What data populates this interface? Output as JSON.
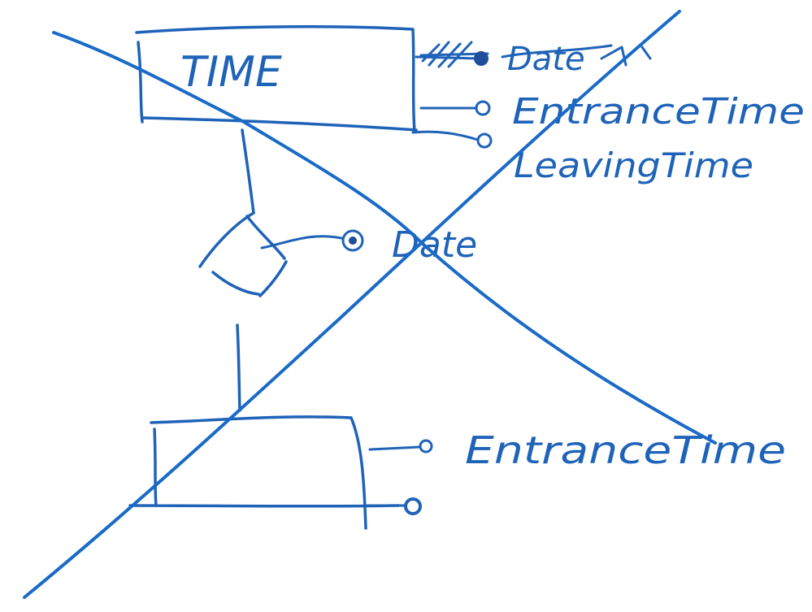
{
  "diagram": {
    "top_entity": {
      "title": "TIME",
      "attributes": [
        {
          "label": "Date",
          "crossed_out": true,
          "key": true
        },
        {
          "label": "EntranceTime",
          "key": false
        },
        {
          "label": "LeavingTime",
          "key": false
        }
      ]
    },
    "relationship": {
      "attribute": {
        "label": "Date",
        "key": true
      }
    },
    "bottom_entity": {
      "title": "",
      "attributes": [
        {
          "label": "EntranceTime",
          "key": false
        },
        {
          "label": "",
          "key": false
        }
      ]
    },
    "annotation": "crossed out with a large X"
  },
  "colors": {
    "ink": "#1f63b8",
    "cross": "#1a6ac6",
    "background": "#ffffff"
  }
}
